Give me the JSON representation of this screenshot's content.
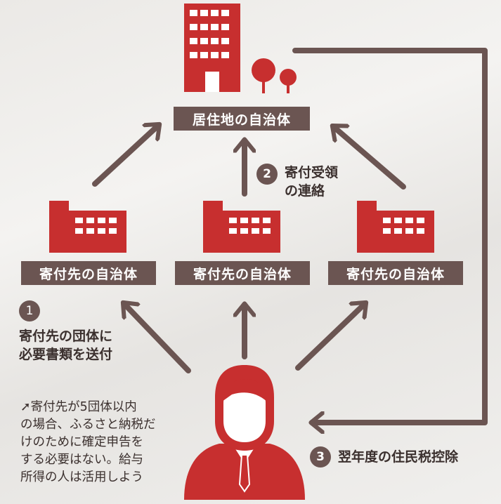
{
  "nodes": {
    "residence": "居住地の自治体",
    "donee_left": "寄付先の自治体",
    "donee_center": "寄付先の自治体",
    "donee_right": "寄付先の自治体"
  },
  "steps": {
    "step1": {
      "number": "1",
      "line1": "寄付先の団体に",
      "line2": "必要書類を送付"
    },
    "step2": {
      "number": "2",
      "line1": "寄付受領",
      "line2": "の連絡"
    },
    "step3": {
      "number": "3",
      "text": "翌年度の住民税控除"
    }
  },
  "note": {
    "line1": "寄付先が5団体以内",
    "line2": "の場合、ふるさと納税だ",
    "line3": "けのために確定申告を",
    "line4": "する必要はない。給与",
    "line5": "所得の人は活用しよう"
  },
  "colors": {
    "accent_red": "#c72f2f",
    "arrow_brown": "#6b5552",
    "label_bg": "#6b5552"
  }
}
